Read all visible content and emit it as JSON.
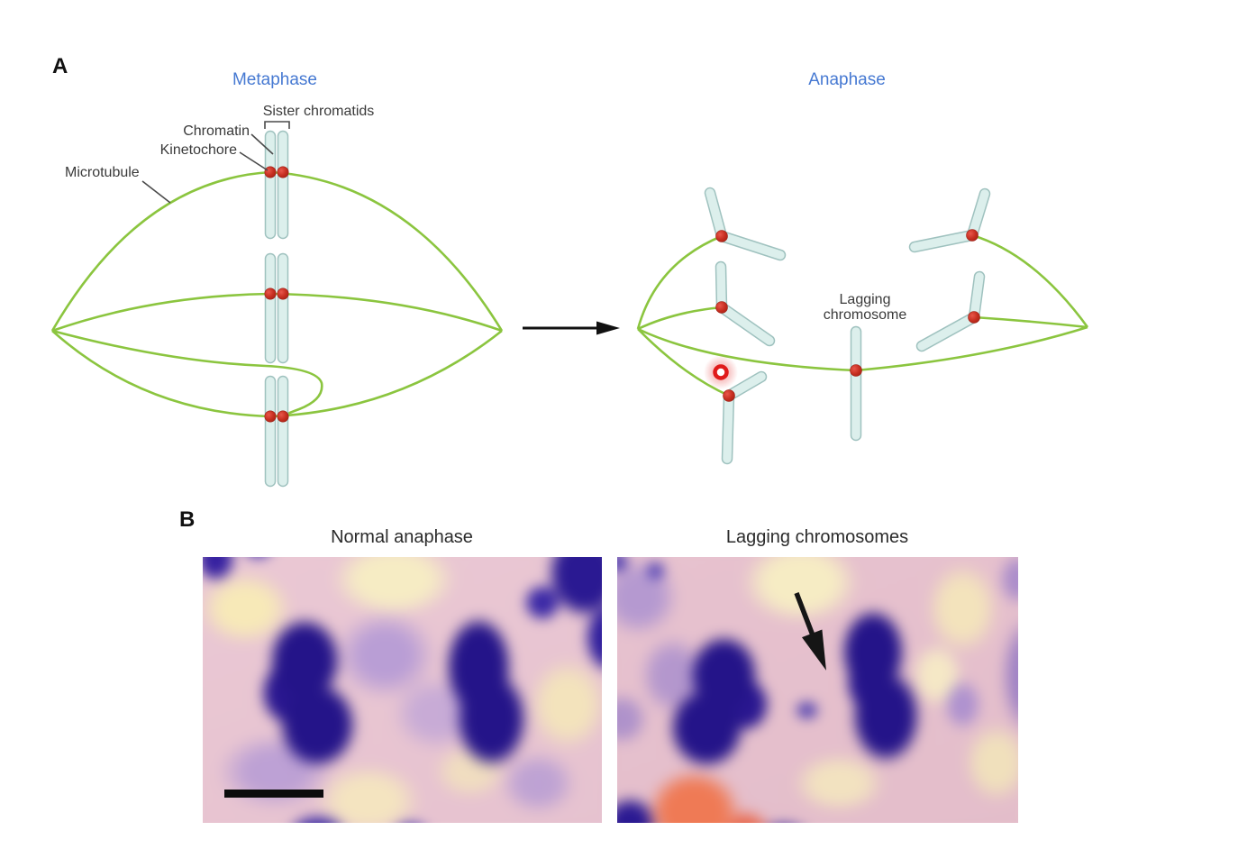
{
  "panel_a": {
    "label": "A",
    "metaphase": {
      "title": "Metaphase",
      "labels": {
        "sister_chromatids": "Sister chromatids",
        "chromatin": "Chromatin",
        "kinetochore": "Kinetochore",
        "microtubule": "Microtubule"
      }
    },
    "anaphase": {
      "title": "Anaphase",
      "labels": {
        "lagging_chromosome": "Lagging chromosome"
      }
    }
  },
  "panel_b": {
    "label": "B",
    "left_image_title": "Normal anaphase",
    "right_image_title": "Lagging chromosomes"
  },
  "colors": {
    "phase_title_blue": "#4679d2",
    "microtubule_green": "#8bc53f",
    "kinetochore_red": "#c62e20",
    "chromatid_fill": "#dcefec",
    "chromatid_border": "#9fc2bf",
    "annotation_text": "#3a3a3a",
    "stain_navy": "#241489",
    "stain_background_pink": "#e8c4d1",
    "stain_salmon": "#ef7a55",
    "click_indicator_red": "#e01b1b"
  }
}
